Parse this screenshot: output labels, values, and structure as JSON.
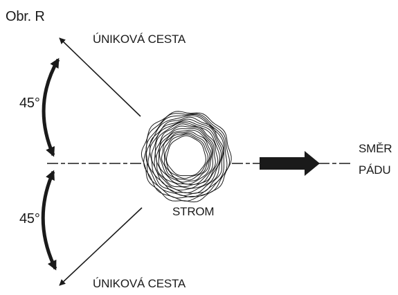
{
  "figure": {
    "label": "Obr. R",
    "escape_route_upper": "ÚNIKOVÁ CESTA",
    "escape_route_lower": "ÚNIKOVÁ CESTA",
    "angle_upper": "45°",
    "angle_lower": "45°",
    "tree_label": "STROM",
    "fall_direction_line1": "SMĚR",
    "fall_direction_line2": "PÁDU"
  },
  "colors": {
    "ink": "#1a1a1a",
    "background": "#ffffff"
  }
}
